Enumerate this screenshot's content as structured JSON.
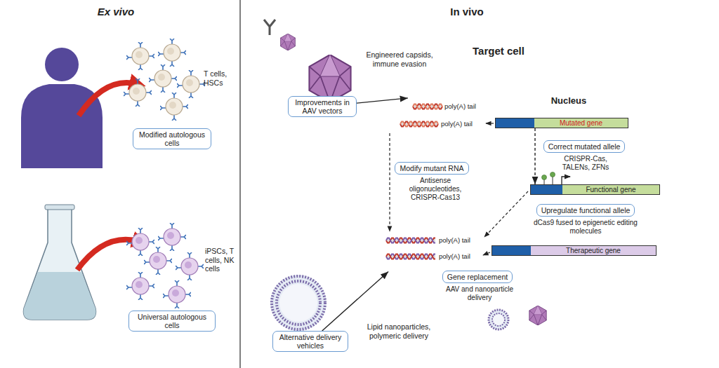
{
  "diagram": {
    "nodes": [
      {
        "text": [
          "Modified autologous cells"
        ]
      },
      {
        "text": [
          "Universal autologous cells"
        ]
      },
      {
        "text": [
          "Improvements in AAV vectors"
        ]
      },
      {
        "text": [
          "Target cell"
        ]
      },
      {
        "text": [
          "Modify mutant RNA"
        ],
        "in": 3
      },
      {
        "text": [
          "Nucleus"
        ],
        "in": 3
      },
      {
        "text": [
          "Mutated gene"
        ],
        "in": 5
      },
      {
        "text": [
          "Correct mutated allele"
        ],
        "in": 5
      },
      {
        "text": [
          "Functional gene"
        ],
        "in": 5
      },
      {
        "text": [
          "Upregulate functional allele"
        ],
        "in": 5
      },
      {
        "text": [
          "Therapeutic gene"
        ],
        "in": 5
      },
      {
        "text": [
          "Gene replacement"
        ],
        "in": 3
      },
      {
        "text": [
          "Alternative delivery vehicles"
        ]
      }
    ],
    "edges": [
      {
        "from": 2,
        "to": 3,
        "arrow": "to"
      },
      {
        "from": 12,
        "to": 3,
        "arrow": "to"
      },
      {
        "from": 6,
        "to": 8,
        "arrow": "to"
      }
    ],
    "labels": [
      "Ex vivo",
      "In vivo",
      "T cells, HSCs",
      "iPSCs, T cells, NK cells",
      "Engineered capsids, immune evasion",
      "poly(A) tail",
      "poly(A) tail",
      "Antisense oligonucleotides, CRISPR-Cas13",
      "CRISPR-Cas, TALENs, ZFNs",
      "dCas9 fused to epigenetic editing molecules",
      "poly(A) tail",
      "poly(A) tail",
      "AAV and nanoparticle delivery",
      "Lipid nanoparticles, polymeric delivery"
    ]
  }
}
